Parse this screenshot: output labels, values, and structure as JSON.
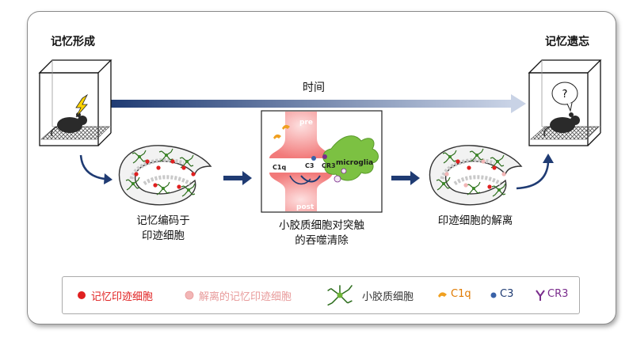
{
  "labels": {
    "formation": "记忆形成",
    "forgetting": "记忆遗忘",
    "time": "时间",
    "question_mark": "?"
  },
  "captions": {
    "encoding_line1": "记忆编码于",
    "encoding_line2": "印迹细胞",
    "elimination_line1": "小胶质细胞对突触",
    "elimination_line2": "的吞噬清除",
    "dissociation": "印迹细胞的解离"
  },
  "synapse": {
    "pre": "pre",
    "post": "post",
    "microglia": "microglia",
    "c1q": "C1q",
    "c3": "C3",
    "cr3": "CR3"
  },
  "legend": [
    {
      "label": "记忆印迹细胞",
      "color": "#e02020"
    },
    {
      "label": "解离的记忆印迹细胞",
      "color": "#e89a9a"
    },
    {
      "label": "小胶质细胞",
      "color": "#333333"
    },
    {
      "label": "C1q",
      "color": "#e07a00"
    },
    {
      "label": "C3",
      "color": "#1f3b73"
    },
    {
      "label": "CR3",
      "color": "#7a2c8c"
    }
  ],
  "colors": {
    "engram": "#e02020",
    "dissociated": "#f2b6b6",
    "microglia_green": "#6fb536",
    "arrow_navy": "#1f3b73",
    "c1q": "#f0a020",
    "c3": "#3a62a8",
    "cr3": "#7a2c8c"
  }
}
